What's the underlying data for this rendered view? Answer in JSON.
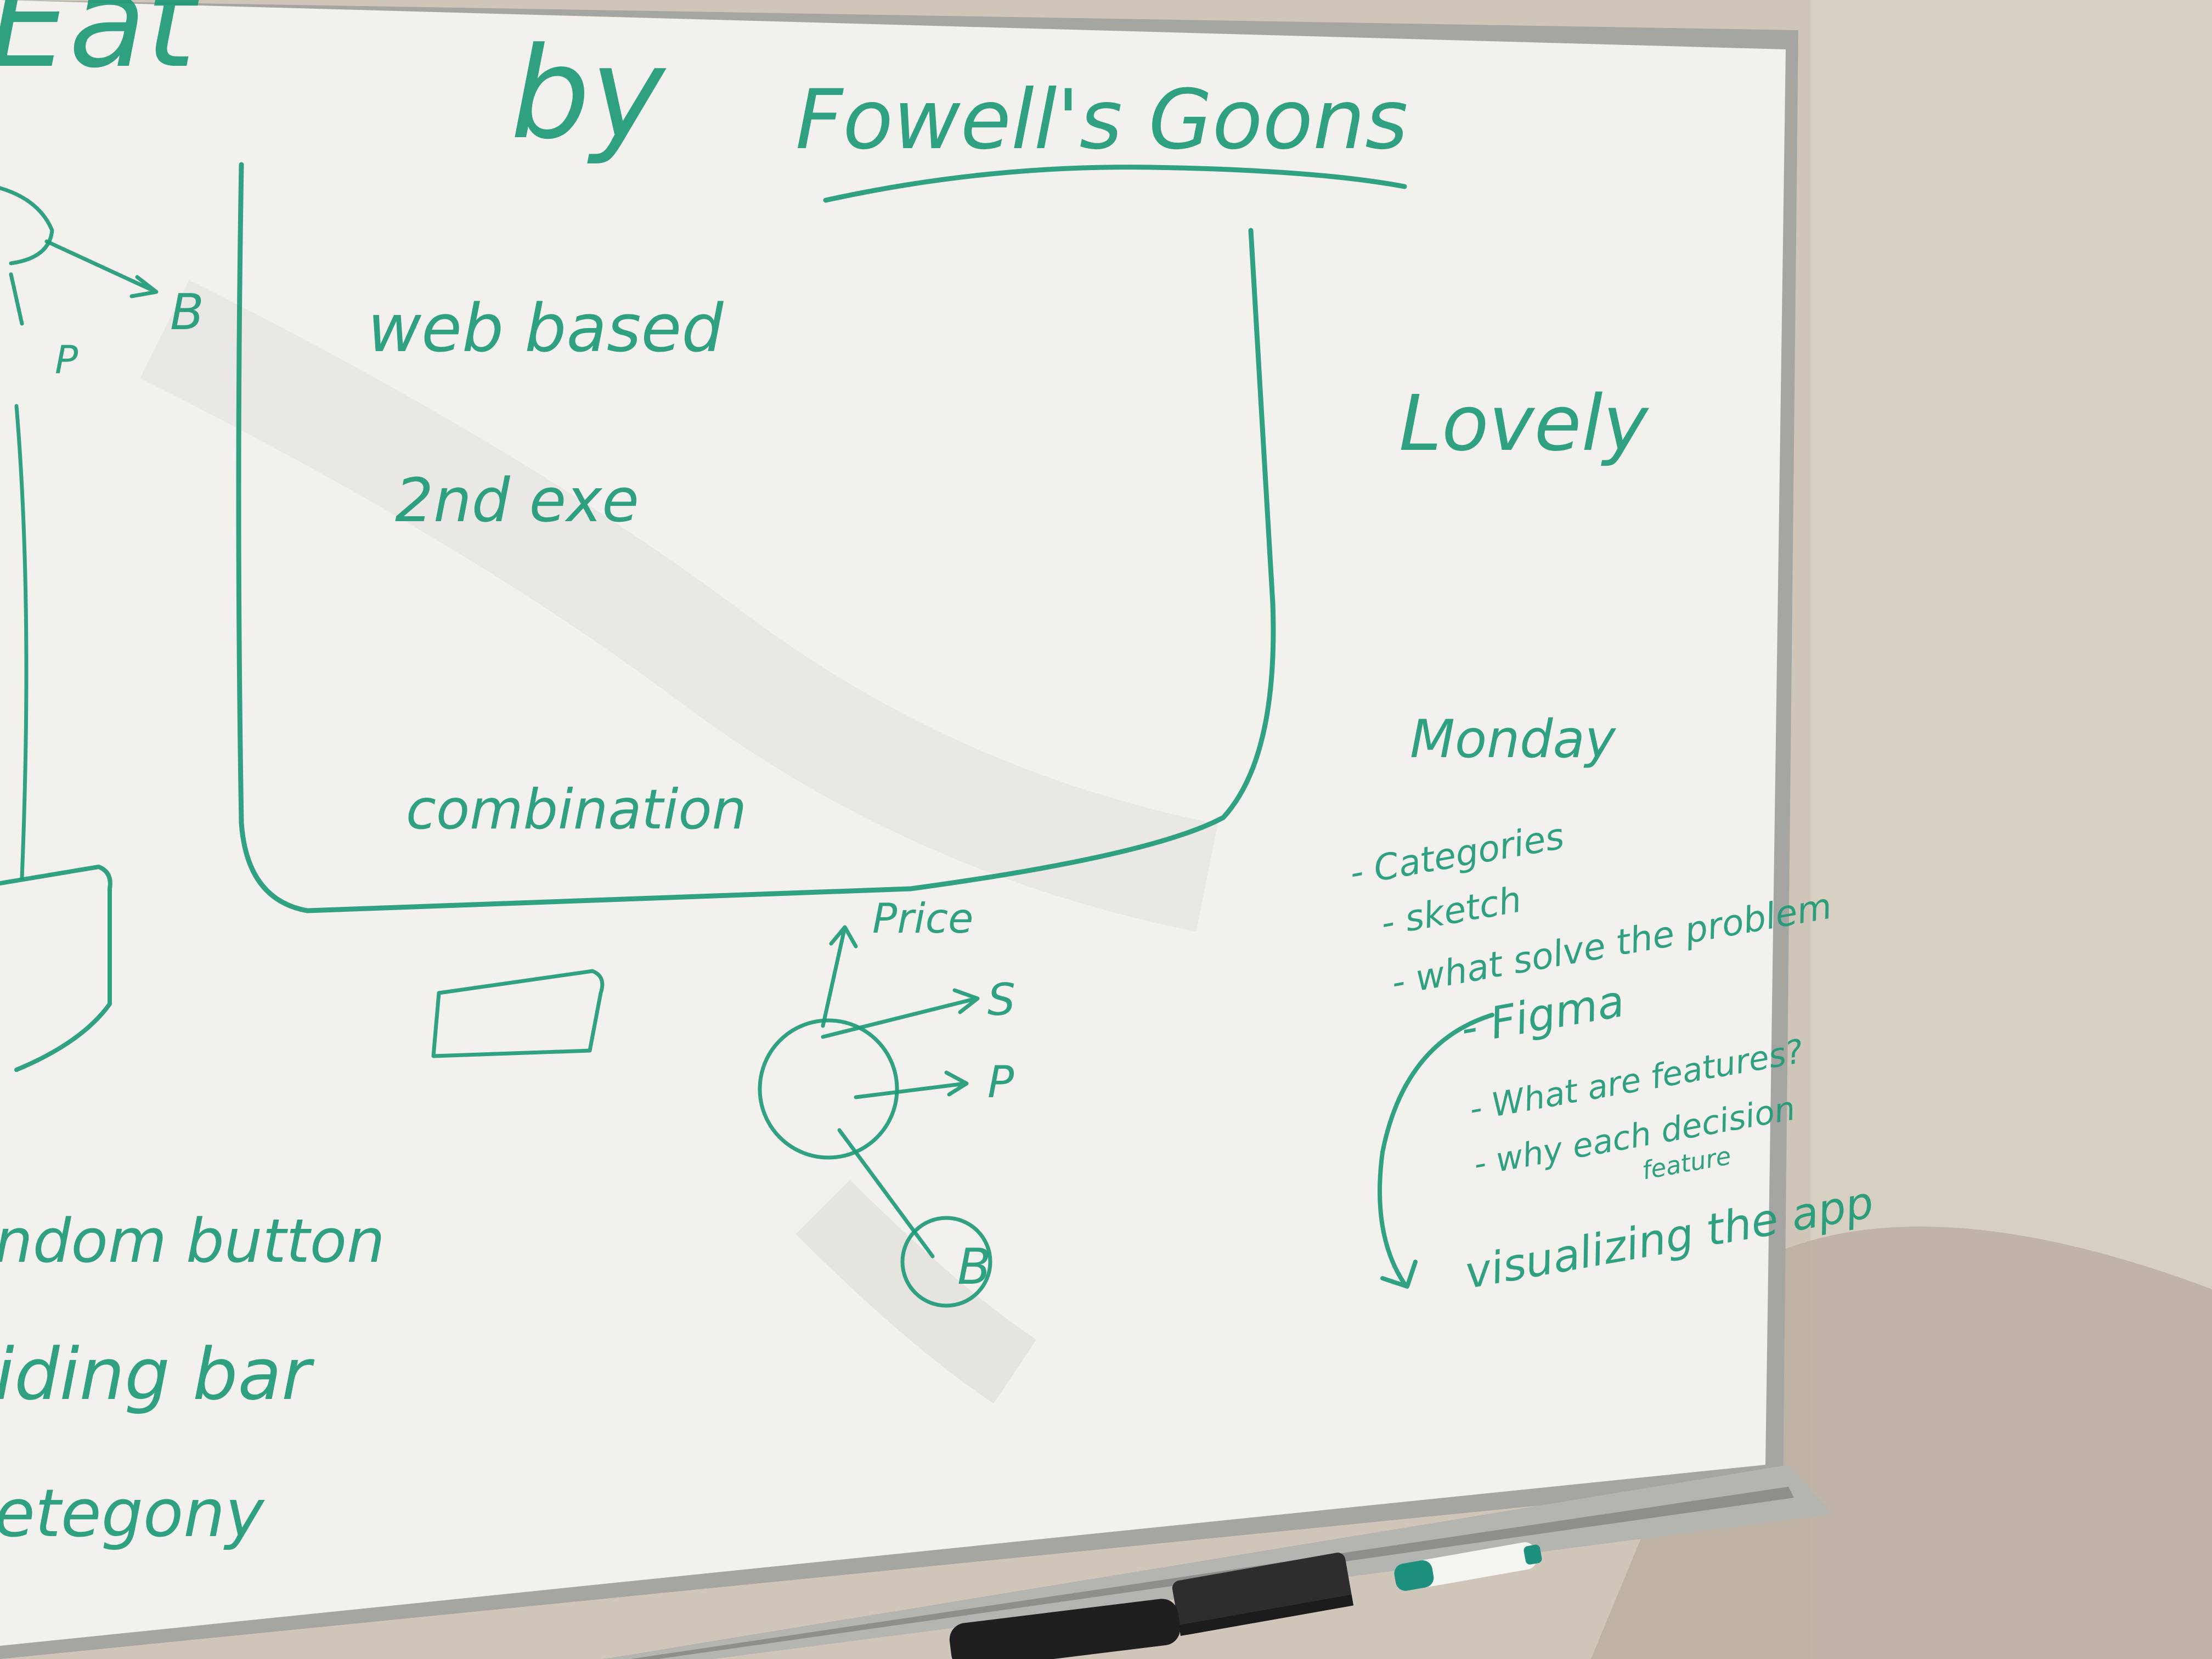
{
  "colors": {
    "wall": "#cdc3b6",
    "board": "#f2f1ed",
    "frame": "#a5a5a2",
    "ink": "#1f9a77"
  },
  "whiteboard": {
    "title_left": "Eat",
    "title_by": "by",
    "title_team": "Fowell's Goons",
    "left_text_1": "ndom button",
    "left_text_2": "iding bar",
    "left_text_3": "etegony",
    "left_diagram_label_b": "B",
    "left_diagram_label_p": "P",
    "box_line_1": "web based",
    "box_line_2": "2nd exe",
    "box_line_3": "combination",
    "right_word": "Lovely",
    "diagram_label_price": "Price",
    "diagram_label_s": "S",
    "diagram_label_p": "P",
    "diagram_label_b": "B",
    "notes_heading": "Monday",
    "notes": [
      "- Categories",
      "- sketch",
      "- what solve the problem",
      "- Figma",
      "- What are features?",
      "- why each decision",
      "feature",
      "visualizing the app"
    ]
  },
  "objects": {
    "marker": "marker",
    "eraser": "eraser",
    "phone": "phone"
  }
}
